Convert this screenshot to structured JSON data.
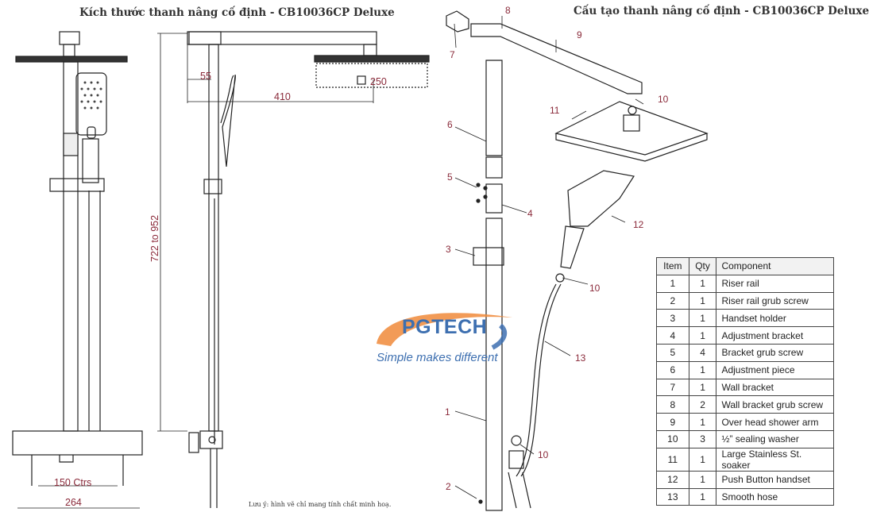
{
  "titles": {
    "left": "Kích thước thanh nâng cố định - CB10036CP Deluxe",
    "right": "Cấu tạo thanh nâng cố định - CB10036CP Deluxe"
  },
  "dimensions": {
    "d55": "55",
    "d250": "250",
    "d410": "410",
    "height": "722 to 952",
    "ctrs": "150 Ctrs",
    "width": "264"
  },
  "callouts": [
    "1",
    "2",
    "3",
    "4",
    "5",
    "6",
    "7",
    "8",
    "9",
    "10",
    "11",
    "12",
    "13",
    "10",
    "10"
  ],
  "note": "Lưu ý: hình vẽ chỉ mang tính chất minh hoạ.",
  "logo": {
    "name": "PGTECH",
    "tagline": "Simple makes different",
    "colors": {
      "blue": "#3d6fb0",
      "orange": "#f08a3a"
    }
  },
  "parts_table": {
    "headers": [
      "Item",
      "Qty",
      "Component"
    ],
    "rows": [
      [
        "1",
        "1",
        "Riser rail"
      ],
      [
        "2",
        "1",
        "Riser rail grub screw"
      ],
      [
        "3",
        "1",
        "Handset holder"
      ],
      [
        "4",
        "1",
        "Adjustment bracket"
      ],
      [
        "5",
        "4",
        "Bracket grub screw"
      ],
      [
        "6",
        "1",
        "Adjustment piece"
      ],
      [
        "7",
        "1",
        "Wall bracket"
      ],
      [
        "8",
        "2",
        "Wall bracket grub screw"
      ],
      [
        "9",
        "1",
        "Over head shower arm"
      ],
      [
        "10",
        "3",
        "½” sealing washer"
      ],
      [
        "11",
        "1",
        "Large Stainless St. soaker"
      ],
      [
        "12",
        "1",
        "Push Button handset"
      ],
      [
        "13",
        "1",
        "Smooth hose"
      ]
    ]
  }
}
